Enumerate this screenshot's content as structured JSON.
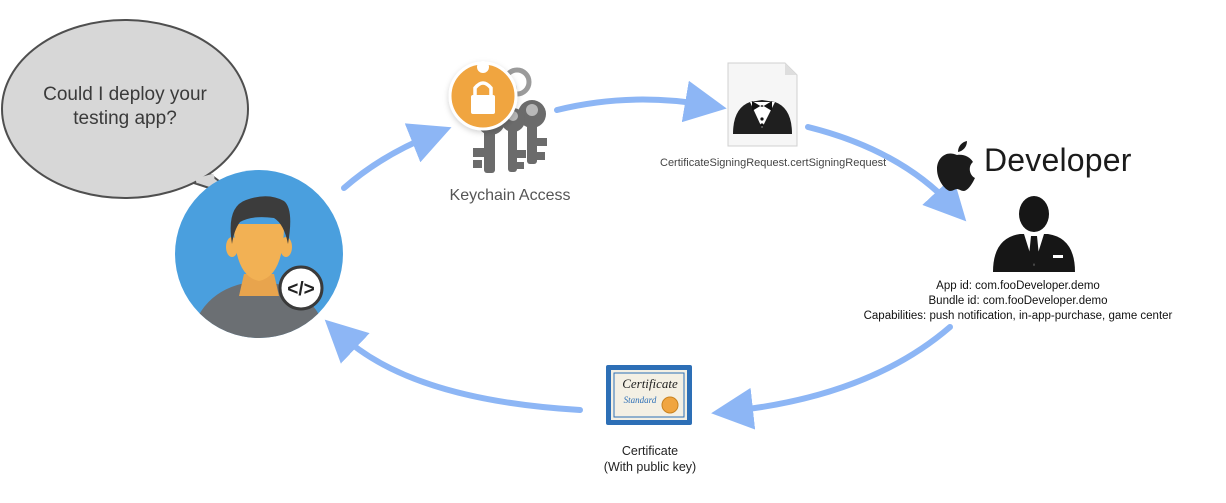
{
  "speech_bubble": {
    "lines": [
      "Could I deploy your",
      "testing app?"
    ]
  },
  "developer_avatar": {
    "badge_text": "</>",
    "circle_color": "#4a9fde",
    "face_color": "#f2b154",
    "badge_icon": "code-icon"
  },
  "keychain": {
    "label": "Keychain Access",
    "icon": "keychain-icon",
    "tag_color": "#f0a540"
  },
  "csr": {
    "label": "CertificateSigningRequest.certSigningRequest",
    "icon": "csr-file-icon"
  },
  "apple_developer": {
    "brand": "Developer",
    "icon": "apple-logo-icon",
    "person_icon": "businessman-icon",
    "app_id": "App id: com.fooDeveloper.demo",
    "bundle_id": "Bundle id: com.fooDeveloper.demo",
    "capabilities": "Capabilities: push notification, in-app-purchase, game center"
  },
  "certificate": {
    "title_lines": [
      "Certificate",
      "(With public key)"
    ],
    "doc_title": "Certificate",
    "doc_subtitle": "Standard",
    "icon": "certificate-icon",
    "seal_color": "#f0a540"
  },
  "arrows": {
    "color": "#8db6f5"
  }
}
